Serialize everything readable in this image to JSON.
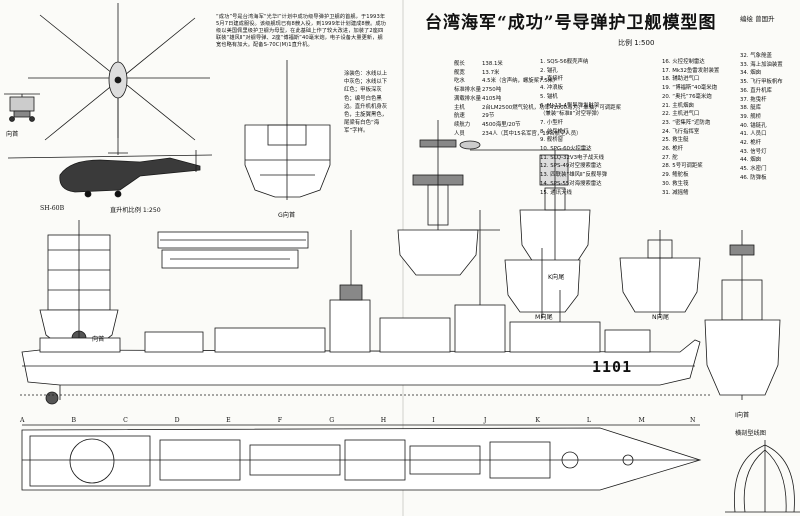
{
  "title": "台湾海军“成功”号导弹护卫舰模型图",
  "author": "编绘 曾国升",
  "scale_main": "比例 1:500",
  "intro_text": "“成功”号是台湾海军“光华Ⅰ”计划中成功级导弹护卫舰的首舰，于1993年5月7日建成服役。该级舰现已有8艘入役，到1999年计划建成8艘。成功级以美国佩里级护卫舰为母型，在此基础上作了较大改进，加装了2座四联装“雄风Ⅱ”对舰导弹、2座“博福斯”40毫米炮，电子设备大量更新，舰宽也略有加大。配备S-70C(M)1直升机。",
  "specs": [
    {
      "k": "舰长",
      "v": "138.1米"
    },
    {
      "k": "舰宽",
      "v": "13.7米"
    },
    {
      "k": "吃水",
      "v": "4.5米（含声纳，螺旋桨7.5米）"
    },
    {
      "k": "标准排水量",
      "v": "2750吨"
    },
    {
      "k": "满载排水量",
      "v": "4105吨"
    },
    {
      "k": "主机",
      "v": "2台LM2500燃气轮机，功率41000马力，单轴，可调距桨"
    },
    {
      "k": "航速",
      "v": "29节"
    },
    {
      "k": "续航力",
      "v": "4500海里/20节"
    },
    {
      "k": "人员",
      "v": "234人（其中15名军官，19名航空人员）"
    }
  ],
  "weapons_col1": [
    "1. SQS-56舰壳声纳",
    "2. 锚孔",
    "3. 直接杆",
    "4. 冲浪板",
    "5. 锚机",
    "6. Mk13-4型导弹发射架",
    "（兼装“标准Ⅱ”对空导弹）",
    "7. 小型杆",
    "8. 前后桅灯",
    "9. 舰桥窗",
    "10. SPG-60火控雷达",
    "11. SLQ-32V3电子战天线",
    "12. SPS-49对空搜索雷达",
    "13. 四联装“雄风Ⅱ”反舰导弹",
    "14. SPS-55对海搜索雷达",
    "15. 通讯天线"
  ],
  "weapons_col2": [
    "16. 火控控制雷达",
    "17. Mk32鱼雷发射装置",
    "18. 辅助进气口",
    "19. “博福斯”40毫米炮",
    "20. “奥托”76毫米炮",
    "21. 主机烟囱",
    "22. 主机进气口",
    "23. “密集阵”近防炮",
    "24. 飞行指挥室",
    "25. 救生艇",
    "26. 桅杆",
    "27. 舵",
    "28. 5号可调距桨",
    "29. 鳍舵板",
    "30. 救生筏",
    "31. 减摇鳍"
  ],
  "weapons_col3": [
    "32. 气象舱盖",
    "33. 海上加油装置",
    "34. 烟囱",
    "35. 飞行甲板帆布",
    "36. 直升机库",
    "37. 拖曳杆",
    "38. 艇库",
    "39. 舰桥",
    "40. 锚链孔",
    "41. 人员口",
    "42. 桅杆",
    "43. 信号灯",
    "44. 烟囱",
    "45. 水密门",
    "46. 防弹板"
  ],
  "heli_color_note": "涂装色：水线以上中灰色；水线以下红色；甲板深灰色；编号白色黑边。直升机机身灰色，主旋翼黑色，尾梁有白色“海军”字样。",
  "labels": {
    "front_view": "向首",
    "heli_name": "SH-60B",
    "heli_scale": "直升机比例 1:250",
    "g_view": "G向首",
    "k_view": "K向尾",
    "m_view": "M向尾",
    "n_view": "N向尾",
    "bow_view": "向首",
    "i_view": "I向首",
    "lines_view": "横剖型线图"
  },
  "hull_number": "1101",
  "stations": [
    "A",
    "B",
    "C",
    "D",
    "E",
    "F",
    "G",
    "H",
    "I",
    "J",
    "K",
    "L",
    "M",
    "N"
  ],
  "colors": {
    "ink": "#1a1a1a",
    "paper": "#fbfbf8",
    "hatch": "#6a6a6a"
  }
}
